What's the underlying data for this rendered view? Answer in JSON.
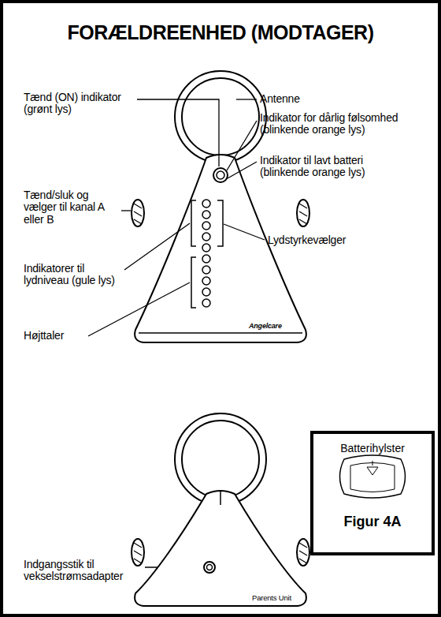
{
  "diagram": {
    "title": "FORÆLDREENHED (MODTAGER)",
    "nodes": [
      {
        "text": [
          "Batterihylster",
          "Figur 4A"
        ]
      }
    ],
    "labels": [
      "Tænd (ON) indikator (grønt lys)",
      "Antenne",
      "Indikator for dårlig følsomhed (blinkende orange lys)",
      "Indikator til lavt batteri (blinkende orange lys)",
      "Tænd/sluk og vælger til kanal A eller B",
      "Lydstyrkevælger",
      "Indikatorer til lydniveau (gule lys)",
      "Højttaler",
      "Angelcare",
      "Indgangsstik til vekselstrømsadapter",
      "Parents Unit"
    ]
  }
}
